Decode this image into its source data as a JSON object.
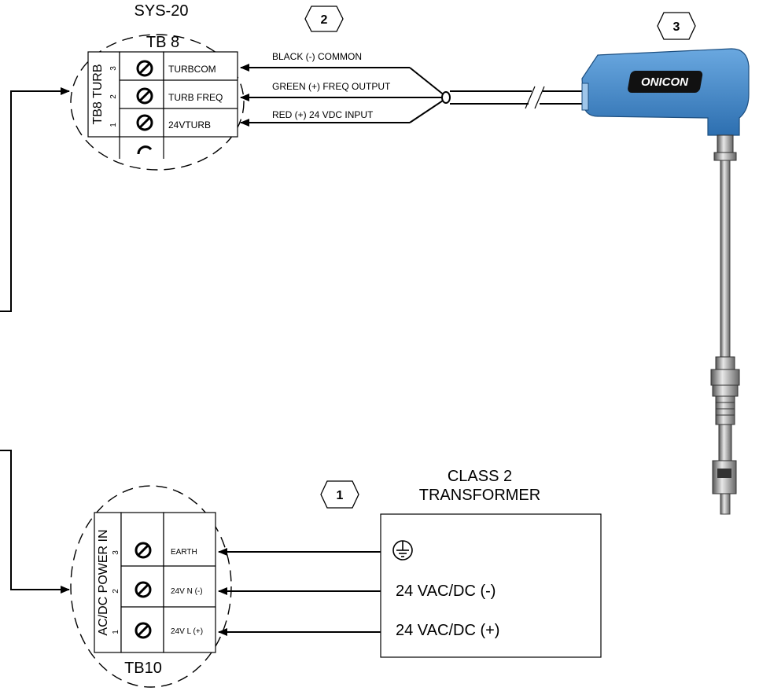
{
  "sys_title": "SYS-20",
  "tb8": {
    "title": "TB 8",
    "side_label": "TB8 TURB",
    "terminals": [
      {
        "num": "3",
        "label": "TURBCOM"
      },
      {
        "num": "2",
        "label": "TURB FREQ"
      },
      {
        "num": "1",
        "label": "24VTURB"
      }
    ]
  },
  "wires_tb8": [
    "BLACK (-) COMMON",
    "GREEN (+) FREQ OUTPUT",
    "RED (+) 24 VDC INPUT"
  ],
  "callouts": [
    "1",
    "2",
    "3"
  ],
  "sensor": {
    "brand": "ONICON",
    "body_color": "#3f86c9"
  },
  "tb10": {
    "title": "TB10",
    "side_label": "AC/DC POWER IN",
    "terminals": [
      {
        "num": "3",
        "label": "EARTH"
      },
      {
        "num": "2",
        "label": "24V N (-)"
      },
      {
        "num": "1",
        "label": "24V L (+)"
      }
    ]
  },
  "transformer": {
    "title_line1": "CLASS 2",
    "title_line2": "TRANSFORMER",
    "rows": [
      "24 VAC/DC (-)",
      "24 VAC/DC (+)"
    ]
  }
}
